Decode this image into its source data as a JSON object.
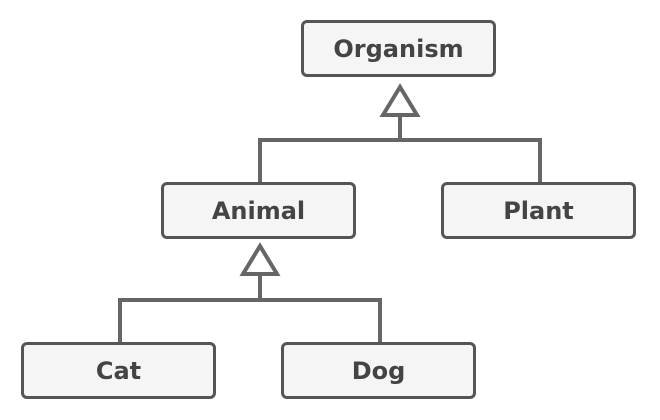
{
  "diagram": {
    "type": "class-hierarchy",
    "nodes": [
      {
        "id": "organism",
        "label": "Organism"
      },
      {
        "id": "animal",
        "label": "Animal",
        "parent": "organism"
      },
      {
        "id": "plant",
        "label": "Plant",
        "parent": "organism"
      },
      {
        "id": "cat",
        "label": "Cat",
        "parent": "animal"
      },
      {
        "id": "dog",
        "label": "Dog",
        "parent": "animal"
      }
    ],
    "colors": {
      "stroke": "#555555",
      "fill": "#f5f5f5",
      "text": "#444444"
    }
  }
}
